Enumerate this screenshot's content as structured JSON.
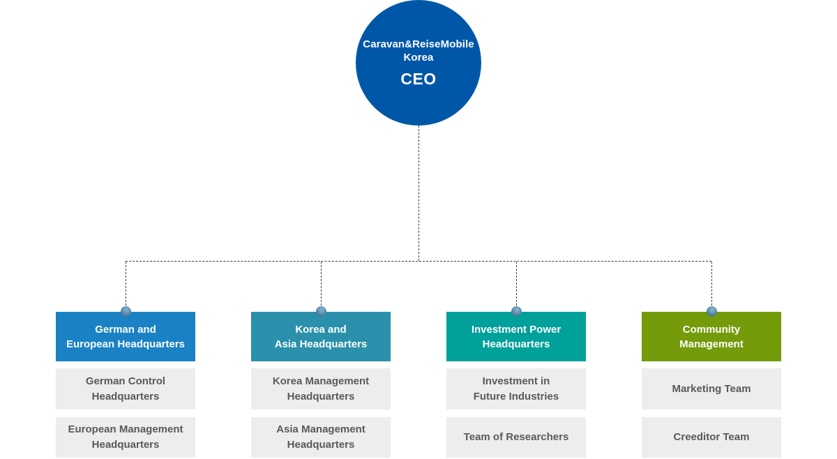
{
  "ceo": {
    "org_name": "Caravan&ReiseMobile\nKorea",
    "role": "CEO"
  },
  "columns": [
    {
      "title": "German and\nEuropean Headquarters",
      "color": "#1a82c4",
      "items": [
        "German Control\nHeadquarters",
        "European Management\nHeadquarters"
      ]
    },
    {
      "title": "Korea and\nAsia Headquarters",
      "color": "#2a90ab",
      "items": [
        "Korea Management\nHeadquarters",
        "Asia Management\nHeadquarters"
      ]
    },
    {
      "title": "Investment Power\nHeadquarters",
      "color": "#00a09b",
      "items": [
        "Investment in\nFuture Industries",
        "Team of Researchers"
      ]
    },
    {
      "title": "Community\nManagement",
      "color": "#739b0a",
      "items": [
        "Marketing Team",
        "Creeditor Team"
      ]
    }
  ],
  "colors": {
    "ceo_circle": "#0057a7",
    "box_bg": "#ededed",
    "box_text": "#58595b",
    "line": "#3a3a3a",
    "dot_light": "#8ab6d6",
    "dot_dark": "#3f718f"
  }
}
